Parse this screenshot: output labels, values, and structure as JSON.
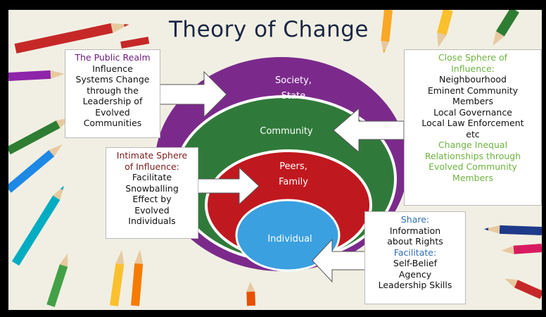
{
  "title": "Theory of Change",
  "rings": {
    "society": [
      "Society,",
      "State"
    ],
    "community": "Community",
    "peers": [
      "Peers,",
      "Family"
    ],
    "individual": "Individual"
  },
  "public_realm": {
    "heading": "The Public Realm",
    "lines": [
      "Influence",
      "Systems Change",
      "through the",
      "Leadership of",
      "Evolved",
      "Communities"
    ]
  },
  "intimate": {
    "heading": [
      "Intimate Sphere",
      "of Influence:"
    ],
    "lines": [
      "Facilitate",
      "Snowballing",
      "Effect by",
      "Evolved",
      "Individuals"
    ]
  },
  "close_sphere": {
    "heading": [
      "Close Sphere of",
      "Influence:"
    ],
    "lines": [
      "Neighbourhood",
      "Eminent Community",
      "Members",
      "Local Governance",
      "Local Law Enforcement",
      "etc"
    ],
    "sub": [
      "Change Inequal",
      "Relationships through",
      "Evolved Community",
      "Members"
    ]
  },
  "share_box": {
    "share_heading": "Share:",
    "share_lines": [
      "Information",
      "about Rights"
    ],
    "facilitate_heading": "Facilitate:",
    "facilitate_lines": [
      "Self-Belief",
      "Agency",
      "Leadership Skills"
    ]
  },
  "colors": {
    "society": "#7b2a8c",
    "community": "#2f7a3a",
    "peers": "#c0181f",
    "individual": "#3aa0e0",
    "title": "#1a2744"
  }
}
